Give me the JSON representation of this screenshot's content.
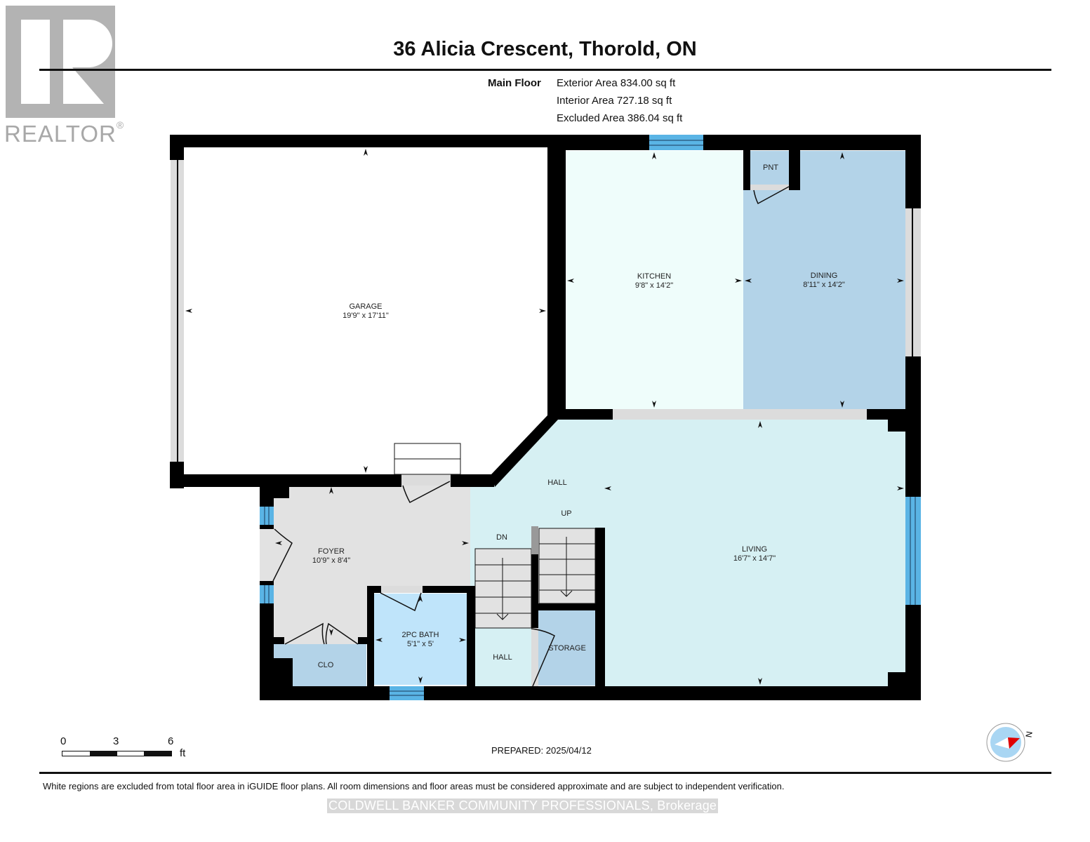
{
  "header": {
    "logo_text": "REALTOR",
    "logo_mark": "®",
    "title": "36 Alicia Crescent, Thorold, ON"
  },
  "summary": {
    "floor_name": "Main Floor",
    "areas": [
      {
        "label": "Exterior Area",
        "value": "834.00 sq ft"
      },
      {
        "label": "Interior Area",
        "value": "727.18 sq ft"
      },
      {
        "label": "Excluded Area",
        "value": "386.04 sq ft"
      }
    ],
    "exterior_text": "Exterior Area 834.00 sq ft",
    "interior_text": "Interior Area 727.18 sq ft",
    "excluded_text": "Excluded Area 386.04 sq ft"
  },
  "rooms": {
    "garage": {
      "name": "GARAGE",
      "dims": "19'9\" x 17'11\"",
      "color": "#ffffff"
    },
    "kitchen": {
      "name": "KITCHEN",
      "dims": "9'8\" x 14'2\"",
      "color": "#effdfb"
    },
    "dining": {
      "name": "DINING",
      "dims": "8'11\" x 14'2\"",
      "color": "#b3d3e8"
    },
    "pantry": {
      "name": "PNT",
      "color": "#b3d3e8"
    },
    "hall_upper": {
      "name": "HALL",
      "color": "#d6f0f3"
    },
    "living": {
      "name": "LIVING",
      "dims": "16'7\" x 14'7\"",
      "color": "#d6f0f3"
    },
    "foyer": {
      "name": "FOYER",
      "dims": "10'9\" x 8'4\"",
      "color": "#e2e2e2"
    },
    "closet": {
      "name": "CLO",
      "color": "#b3d3e8"
    },
    "bath": {
      "name": "2PC BATH",
      "dims": "5'1\" x 5'",
      "color": "#bfe4fa"
    },
    "hall_lower": {
      "name": "HALL",
      "color": "#d6f0f3"
    },
    "storage": {
      "name": "STORAGE",
      "color": "#b3d3e8"
    },
    "stairs_up": {
      "name": "UP"
    },
    "stairs_down": {
      "name": "DN"
    }
  },
  "colors": {
    "wall": "#000000",
    "window": "#5ab4e5",
    "opening": "#dcdcdc"
  },
  "scale": {
    "ticks": [
      "0",
      "3",
      "6"
    ],
    "unit": "ft"
  },
  "compass": {
    "label": "N"
  },
  "footer": {
    "prepared": "PREPARED: 2025/04/12",
    "disclaimer": "White regions are excluded from total floor area in iGUIDE floor plans. All room dimensions and floor areas must be considered approximate and are subject to independent verification.",
    "brokerage": "COLDWELL BANKER COMMUNITY PROFESSIONALS, Brokerage"
  }
}
